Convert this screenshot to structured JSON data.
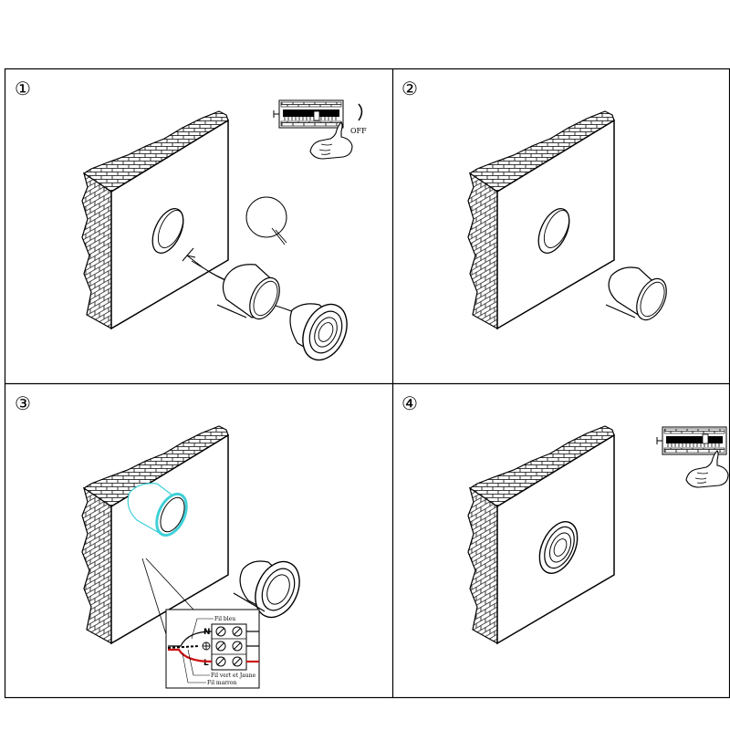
{
  "steps": [
    {
      "number": "①"
    },
    {
      "number": "②"
    },
    {
      "number": "③"
    },
    {
      "number": "④"
    }
  ],
  "panel1": {
    "switch_state": "OFF"
  },
  "wiring": {
    "terminal_n": "N",
    "terminal_l": "L",
    "wire_blue": "Fil bleu",
    "wire_green_yellow": "Fil vert et Jaune",
    "wire_brown": "Fil marron"
  },
  "colors": {
    "line": "#000000",
    "highlight": "#3fd0d8",
    "wire_red": "#cc1111",
    "background": "#ffffff"
  },
  "icons": [
    "circuit-breaker-panel-icon",
    "hand-pointer-icon",
    "brick-wall-icon",
    "sleeve-icon",
    "spotlight-icon",
    "terminal-block-icon",
    "earth-symbol-icon"
  ]
}
